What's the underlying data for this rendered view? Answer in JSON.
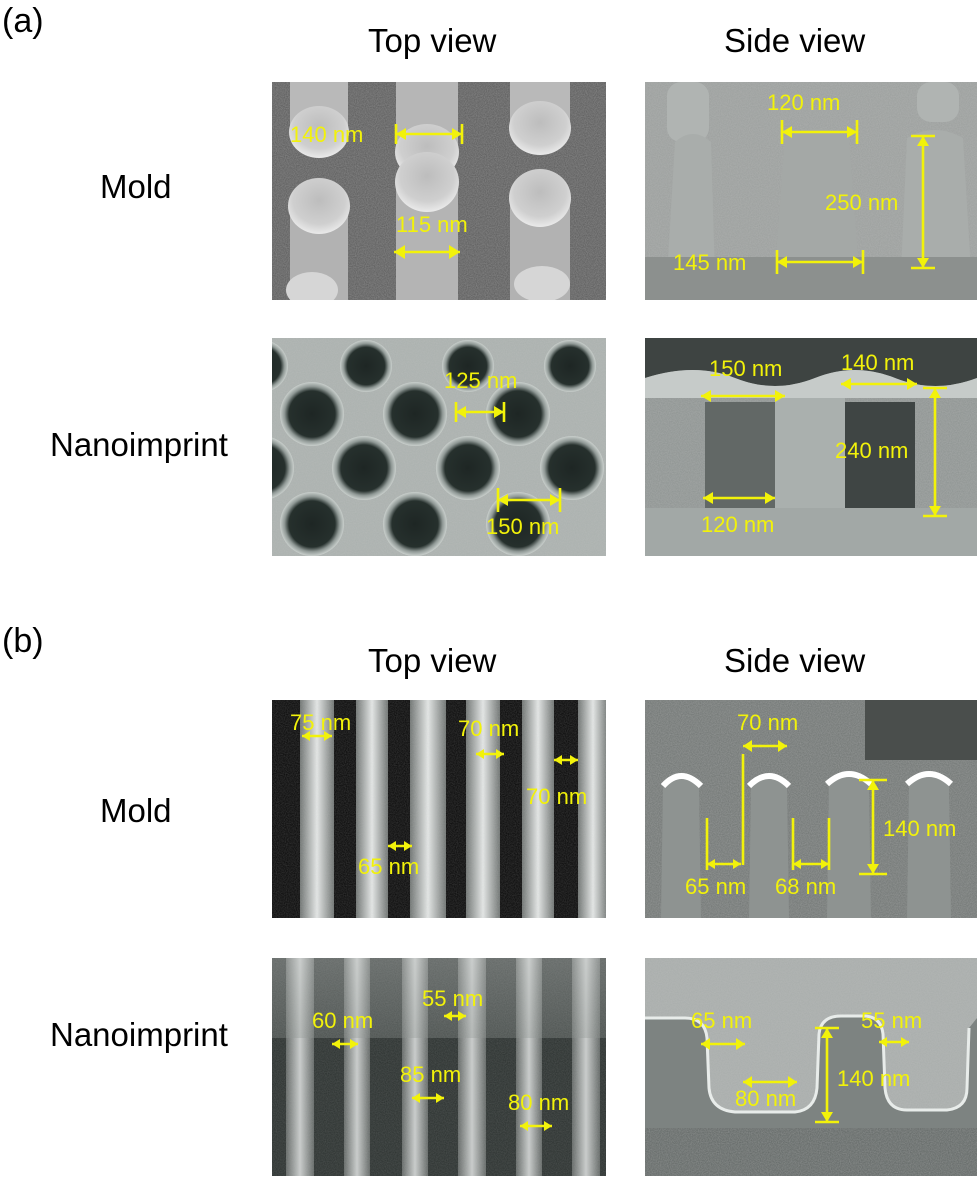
{
  "parts": [
    {
      "label": "(a)",
      "col_headers": [
        "Top view",
        "Side view"
      ],
      "rows": [
        {
          "label": "Mold",
          "top": [
            "140 nm",
            "115 nm"
          ],
          "side": [
            "120 nm",
            "250 nm",
            "145 nm"
          ]
        },
        {
          "label": "Nanoimprint",
          "top": [
            "125 nm",
            "150 nm"
          ],
          "side": [
            "150 nm",
            "140 nm",
            "240 nm",
            "120 nm"
          ]
        }
      ]
    },
    {
      "label": "(b)",
      "col_headers": [
        "Top view",
        "Side view"
      ],
      "rows": [
        {
          "label": "Mold",
          "top": [
            "75 nm",
            "70 nm",
            "70 nm",
            "65 nm"
          ],
          "side": [
            "70 nm",
            "140 nm",
            "65 nm",
            "68 nm"
          ]
        },
        {
          "label": "Nanoimprint",
          "top": [
            "60 nm",
            "55 nm",
            "85 nm",
            "80 nm"
          ],
          "side": [
            "65 nm",
            "55 nm",
            "140 nm",
            "80 nm"
          ]
        }
      ]
    }
  ],
  "annotation_color": "#f2f20a"
}
